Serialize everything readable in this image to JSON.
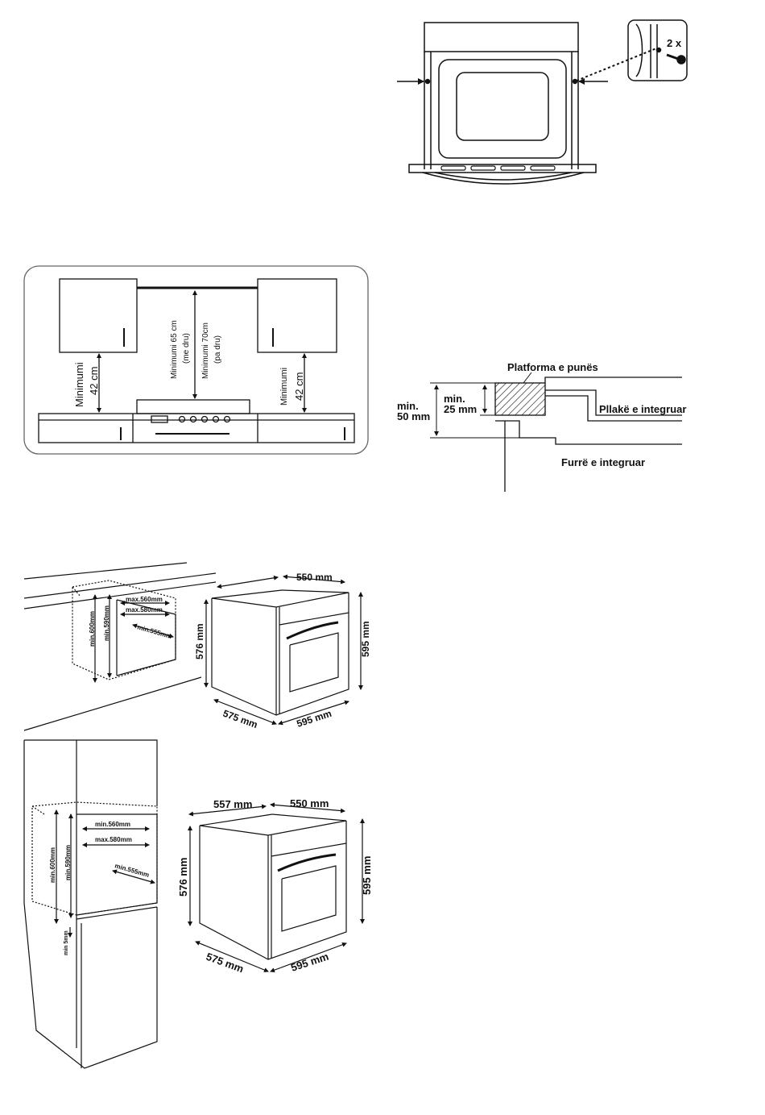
{
  "fixing": {
    "count_label": "2 x"
  },
  "clearance": {
    "left_min": "Minimumi",
    "left_val": "42 cm",
    "center_line1": "Minimumi 65 cm",
    "center_line2": "(me dru)",
    "center_line3": "Minimumi 70cm",
    "center_line4": "(pa dru)",
    "right_min": "Minimumi",
    "right_val": "42 cm"
  },
  "worktop": {
    "platform_label": "Platforma e punës",
    "hob_label": "Pllakë e integruar",
    "oven_label": "Furrë e integruar",
    "min50_a": "min.",
    "min50_b": "50 mm",
    "min25_a": "min.",
    "min25_b": "25 mm"
  },
  "under_counter": {
    "cut_min600": "min.600mm",
    "cut_min590": "min.590mm",
    "cut_max560": "max.560mm",
    "cut_max580": "max.580mm",
    "cut_min555": "min.555mm",
    "oven_550": "550 mm",
    "oven_576": "576 mm",
    "oven_595h": "595 mm",
    "oven_575": "575 mm",
    "oven_595w": "595 mm"
  },
  "tall_unit": {
    "cut_min600": "min.600mm",
    "cut_min590": "min.590mm",
    "cut_min560": "min.560mm",
    "cut_max580": "max.580mm",
    "cut_min555": "min.555mm",
    "cut_min5": "min 5mm",
    "oven_557": "557 mm",
    "oven_550": "550 mm",
    "oven_576": "576 mm",
    "oven_595h": "595 mm",
    "oven_575": "575 mm",
    "oven_595w": "595 mm"
  }
}
